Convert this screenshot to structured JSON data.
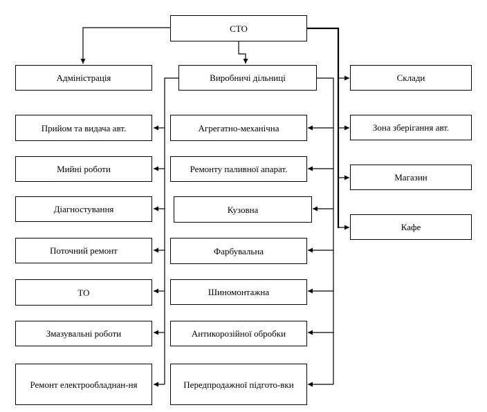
{
  "root": "СТО",
  "left_top": "Адміністрація",
  "center_top": "Виробничі дільниці",
  "right_items": [
    "Склади",
    "Зона зберігання авт.",
    "Магазин",
    "Кафе"
  ],
  "left_items": [
    "Прийом та видача авт.",
    "Мийні роботи",
    "Діагностування",
    "Поточний ремонт",
    "ТО",
    "Змазувальні роботи",
    "Ремонт електрообладнан-ня"
  ],
  "center_items": [
    "Агрегатно-механічна",
    "Ремонту паливної апарат.",
    "Кузовна",
    "Фарбувальна",
    "Шиномонтажна",
    "Антикорозійної обробки",
    "Передпродажної підгото-вки"
  ]
}
